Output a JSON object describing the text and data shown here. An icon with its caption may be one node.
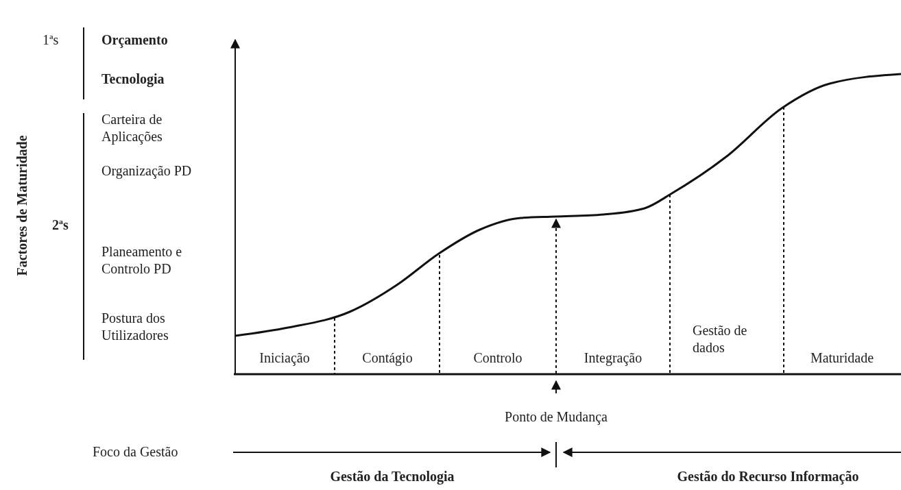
{
  "diagram": {
    "labels": [
      "Factores de Maturidade",
      "1ªs",
      "Orçamento",
      "Tecnologia",
      "2ªs",
      "Carteira de Aplicações",
      "Organização PD",
      "Planeamento e Controlo PD",
      "Postura dos Utilizadores",
      "Iniciação",
      "Contágio",
      "Controlo",
      "Integração",
      "Gestão de dados",
      "Maturidade",
      "Ponto de Mudança",
      "Foco da Gestão",
      "Gestão da Tecnologia",
      "Gestão do Recurso Informação"
    ]
  }
}
